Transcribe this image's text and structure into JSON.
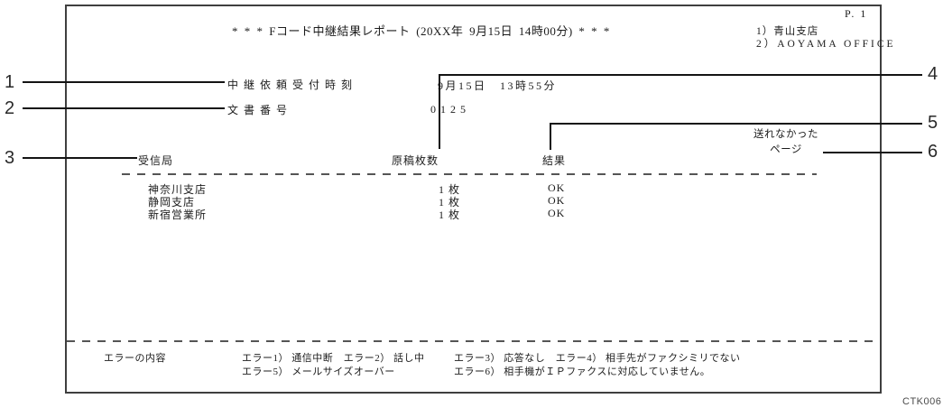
{
  "report": {
    "page_number": "P. 1",
    "title": "* * * Fコード中継結果レポート (20XX年 9月15日 14時00分) * * *",
    "sender_lines": [
      "1）青山支店",
      "2）AOYAMA OFFICE"
    ],
    "fields": [
      {
        "label": "中継依頼受付時刻",
        "value": "9月15日　13時55分"
      },
      {
        "label": "文書番号",
        "value": "0125"
      }
    ],
    "table": {
      "headers": {
        "station": "受信局",
        "pages": "原稿枚数",
        "result": "結果",
        "unsent_line1": "送れなかった",
        "unsent_line2": "ページ"
      },
      "rows": [
        {
          "station": "神奈川支店",
          "pages": "1 枚",
          "result": "OK"
        },
        {
          "station": "静岡支店",
          "pages": "1 枚",
          "result": "OK"
        },
        {
          "station": "新宿営業所",
          "pages": "1 枚",
          "result": "OK"
        }
      ]
    },
    "error_legend": {
      "label": "エラーの内容",
      "row1_left": "エラー1） 通信中断　エラー2） 話し中",
      "row1_right": "エラー3） 応答なし　エラー4） 相手先がファクシミリでない",
      "row2_left": "エラー5） メールサイズオーバー",
      "row2_right": "エラー6） 相手機がＩＰファクスに対応していません。"
    }
  },
  "callouts": {
    "labels": [
      "1",
      "2",
      "3",
      "4",
      "5",
      "6"
    ]
  },
  "figure_code": "CTK006"
}
